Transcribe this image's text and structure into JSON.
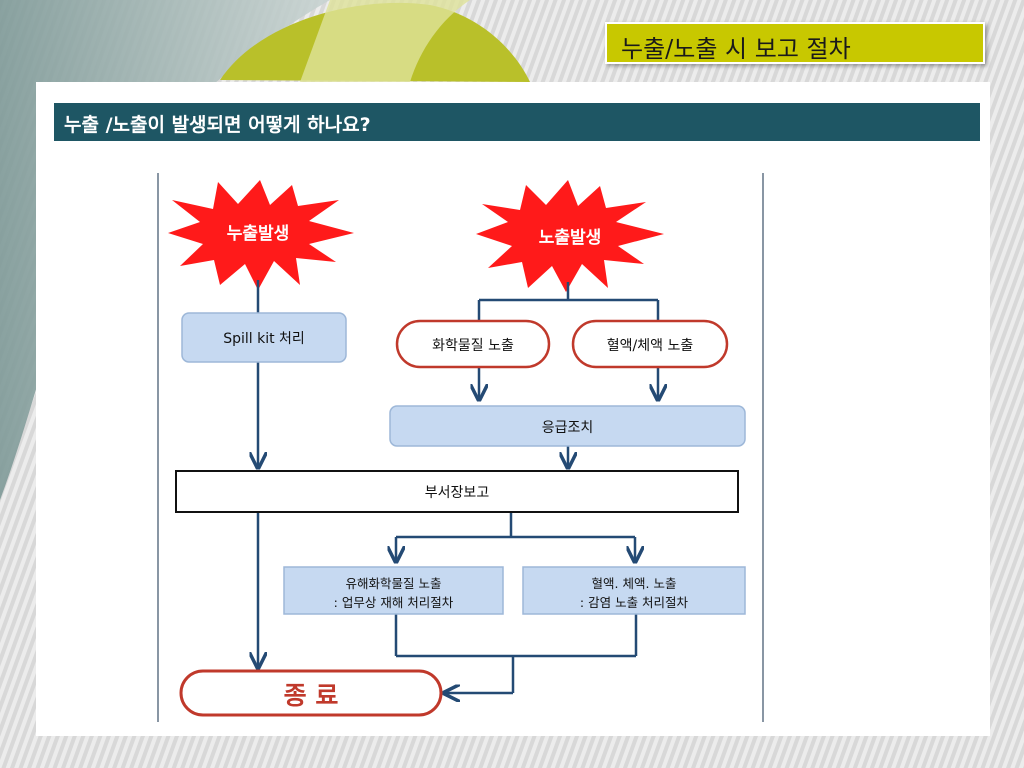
{
  "slide_title": "누출/노출 시  보고 절차",
  "header": "누출 /노출이 발생되면 어떻게 하나요?",
  "flow": {
    "leak_event": "누출발생",
    "exposure_event": "노출발생",
    "spill_kit": "Spill kit 처리",
    "chemical_exposure": "화학물질 노출",
    "blood_exposure": "혈액/체액 노출",
    "first_aid": "응급조치",
    "dept_report": "부서장보고",
    "hazardous_line1": "유해화학물질 노출",
    "hazardous_line2": ": 업무상 재해 처리절차",
    "blood_line1": "혈액. 체액. 노출",
    "blood_line2": ": 감염 노출 처리절차",
    "end": "종 료"
  },
  "colors": {
    "accent_olive": "#c8c800",
    "header_teal": "#1e5664",
    "burst_red": "#ff1a1a",
    "node_blue": "#c6d9f1",
    "arrow_navy": "#244a74",
    "oval_border": "#c0392b"
  }
}
